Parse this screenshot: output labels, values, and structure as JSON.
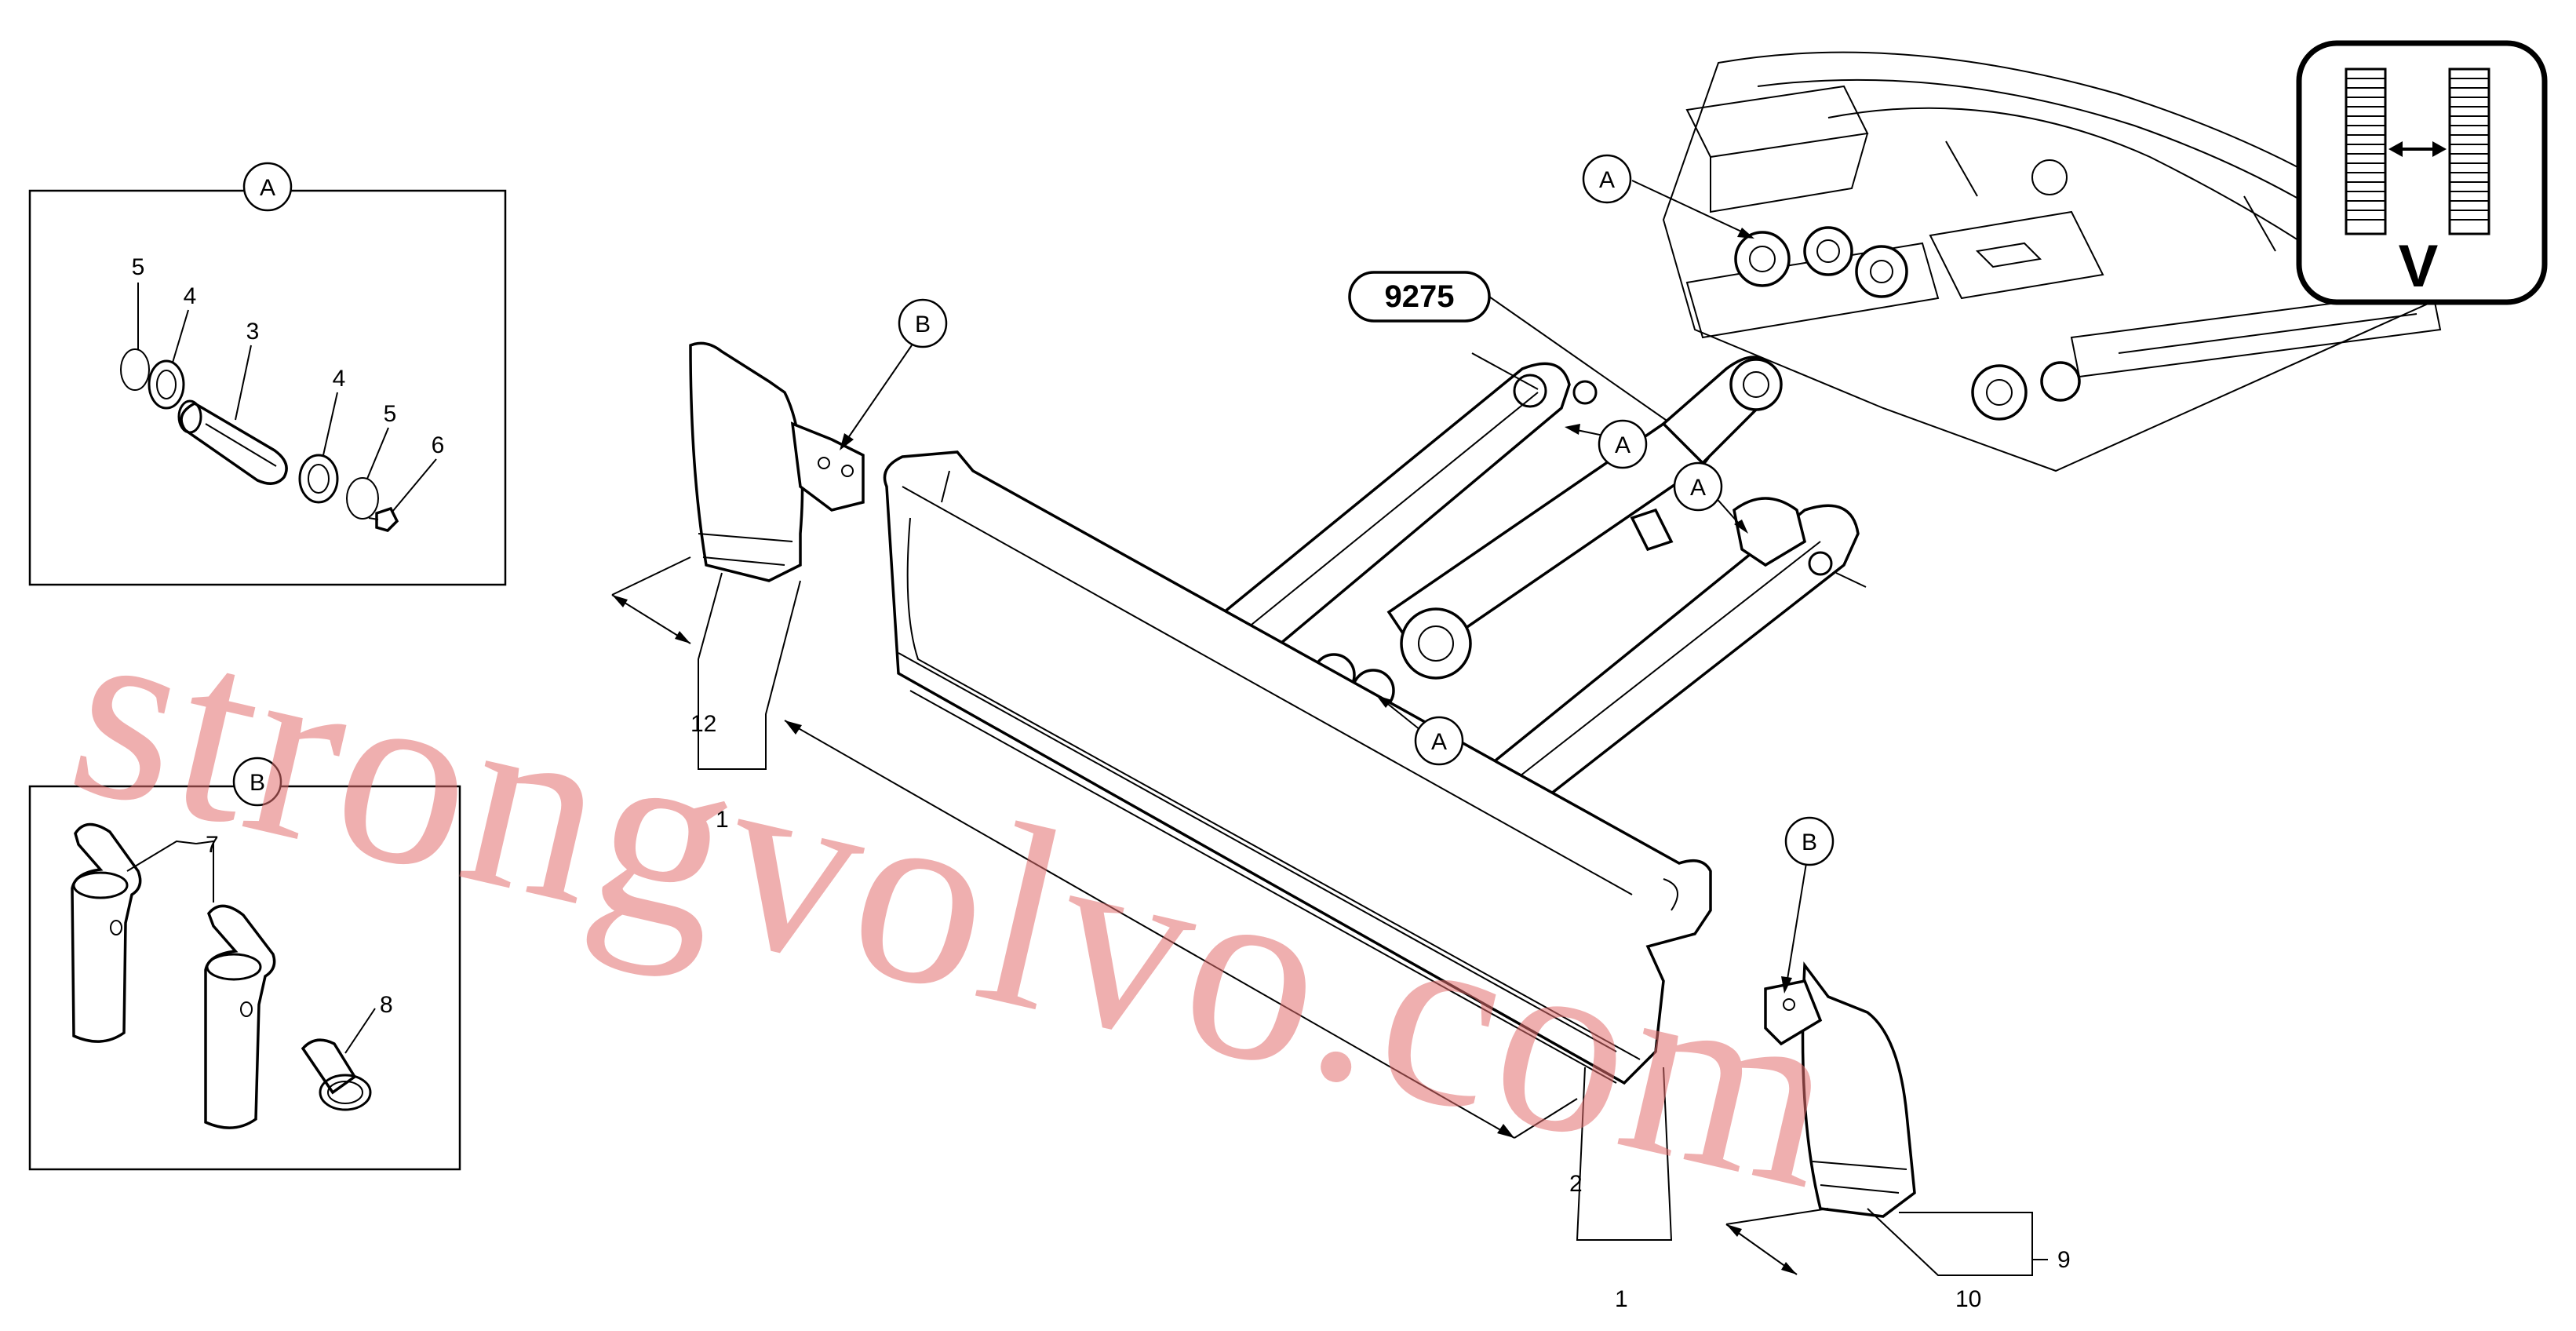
{
  "reference_label": "9275",
  "view_badge": {
    "letter": "V",
    "color": "#000000"
  },
  "watermark": {
    "text": "strongvolvo.com",
    "color": "#e26d6d"
  },
  "detail_panels": [
    {
      "label": "A"
    },
    {
      "label": "B"
    }
  ],
  "callout_bubbles": [
    "A",
    "A",
    "A",
    "A",
    "B",
    "B"
  ],
  "part_numbers": {
    "p1": "1",
    "p2": "2",
    "p3": "3",
    "p4": "4",
    "p5": "5",
    "p6": "6",
    "p7": "7",
    "p8": "8",
    "p9": "9",
    "p10": "10",
    "p12": "12"
  }
}
